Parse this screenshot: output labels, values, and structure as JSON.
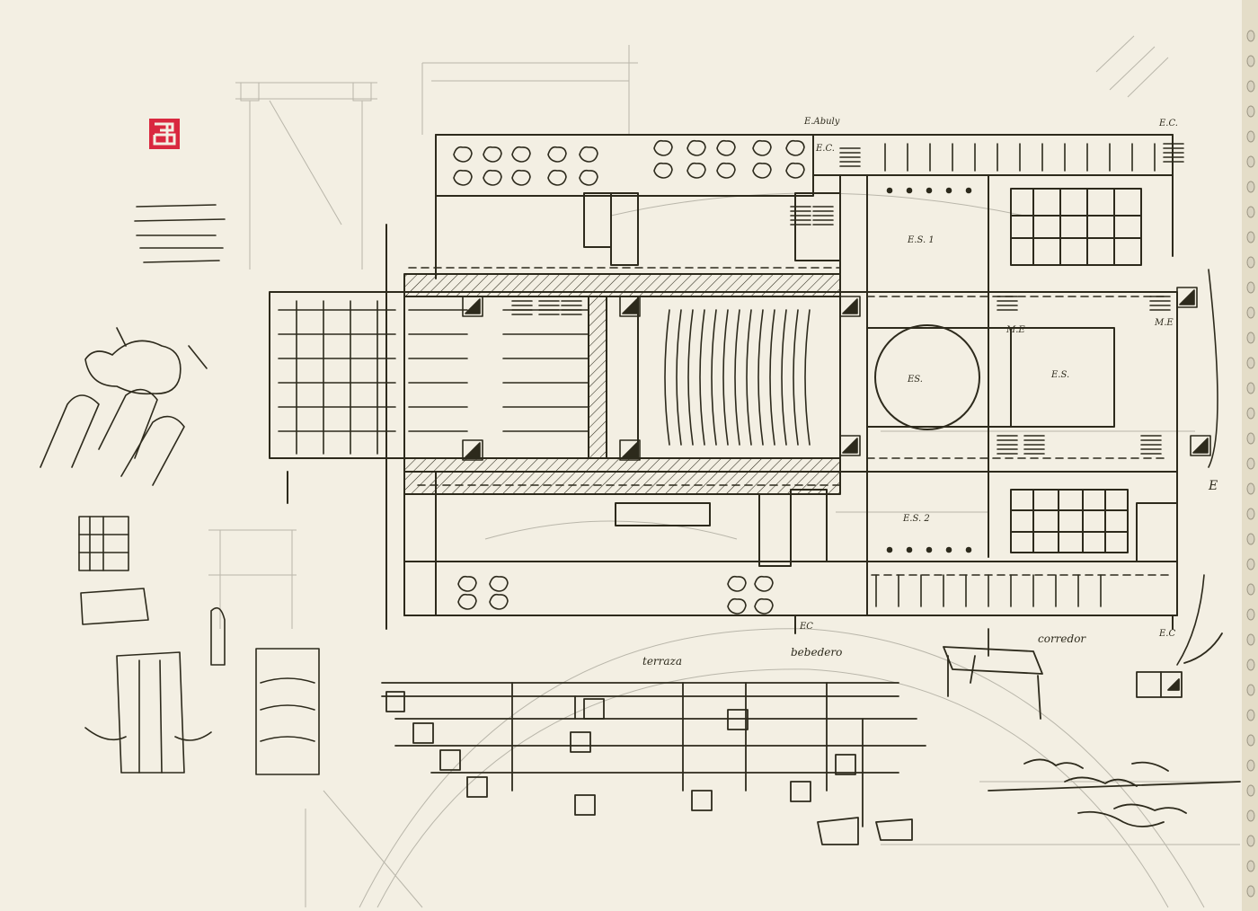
{
  "colors": {
    "paper": "#f3efe3",
    "ink": "#2d2a1c",
    "pencil": "#b9b6aa",
    "seal": "#d9283f"
  },
  "seal_icon": "red-chop-seal",
  "labels": {
    "e_c_top": "E.C.",
    "e_c_top_right": "E.C.",
    "e_c_bottom_right": "E.C",
    "e_c_bottom_center": "EC",
    "e_abuly": "E.Abuly",
    "es_1": "E.S. 1",
    "es_2": "E.S. 2",
    "es_center": "ES.",
    "es_right": "E.S.",
    "m_e_left": "M.E",
    "m_e_right": "M.E",
    "e_side": "E",
    "terrace": "terraza",
    "bottom_note": "bebedero",
    "corridor_note": "corredor"
  }
}
